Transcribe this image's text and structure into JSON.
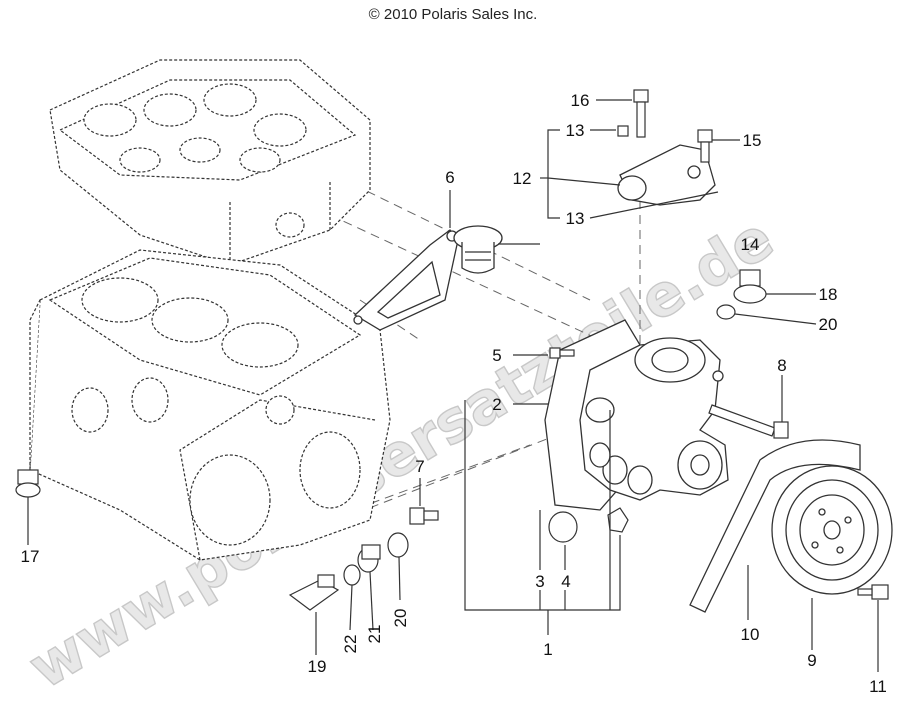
{
  "copyright": "© 2010 Polaris Sales Inc.",
  "watermark": "www.polarisersatzteile.de",
  "callouts": {
    "c1": "1",
    "c2": "2",
    "c3": "3",
    "c4": "4",
    "c5": "5",
    "c6": "6",
    "c7": "7",
    "c8": "8",
    "c9": "9",
    "c10": "10",
    "c11": "11",
    "c12": "12",
    "c13a": "13",
    "c13b": "13",
    "c14": "14",
    "c15": "15",
    "c16": "16",
    "c17": "17",
    "c18": "18",
    "c19": "19",
    "c20a": "20",
    "c20b": "20",
    "c21": "21",
    "c22": "22"
  }
}
